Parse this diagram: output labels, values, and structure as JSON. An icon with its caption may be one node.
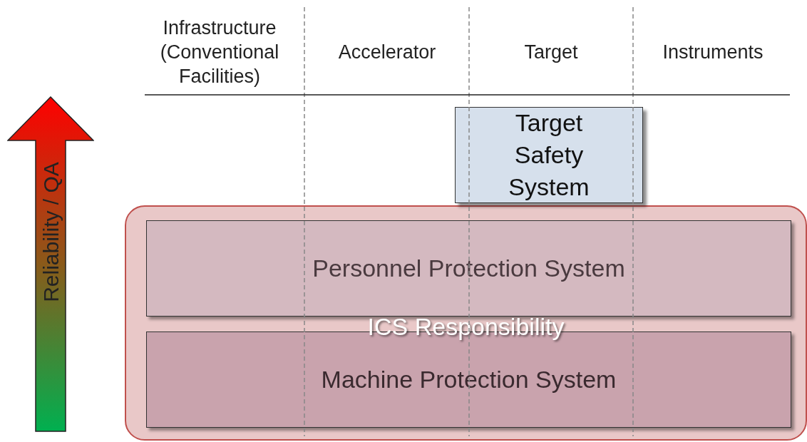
{
  "diagram": {
    "nodes": [
      {
        "text": [
          "Reliability / QA"
        ]
      },
      {
        "text": [
          "Target Safety System"
        ]
      },
      {
        "text": [
          "ICS Responsibility"
        ]
      },
      {
        "text": [
          "Personnel Protection System"
        ],
        "in": 2
      },
      {
        "text": [
          "Machine Protection System"
        ],
        "in": 2
      }
    ],
    "edges": [],
    "labels": [
      "Infrastructure (Conventional Facilities)",
      "Accelerator",
      "Target",
      "Instruments"
    ]
  }
}
